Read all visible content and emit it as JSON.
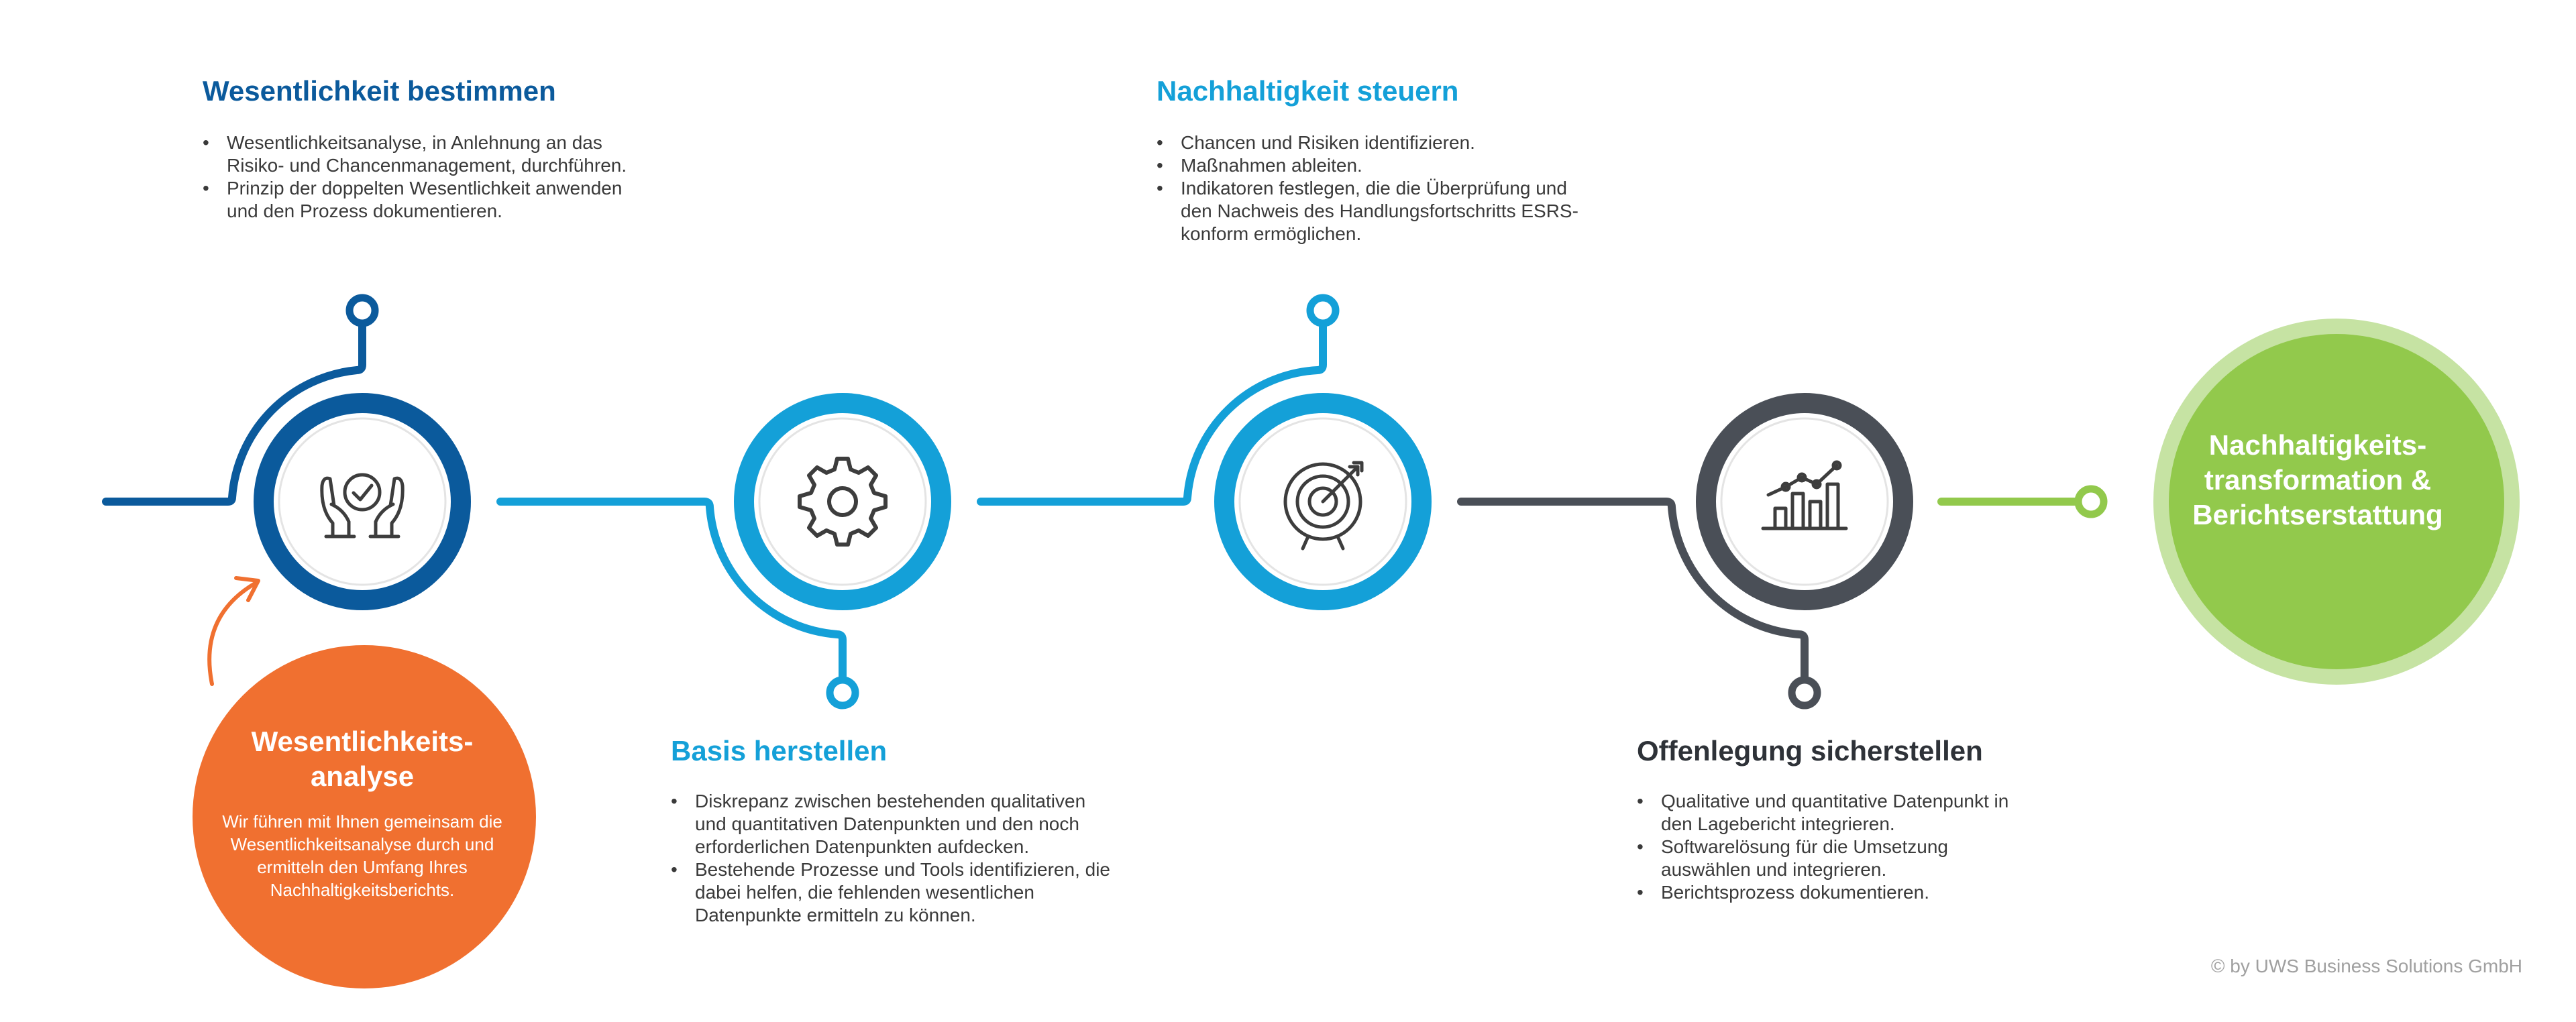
{
  "colors": {
    "dark_blue": "#0b5a9c",
    "light_blue": "#14a0d8",
    "slate": "#4a4f57",
    "green": "#92c94c",
    "light_green": "#c6e3a3",
    "orange": "#f07030",
    "icon_gray": "#3d3d3d"
  },
  "steps": [
    {
      "title": "Wesentlichkeit bestimmen",
      "icon": "hands-check-icon",
      "bullets": [
        "Wesentlichkeitsanalyse, in Anlehnung an das Risiko- und Chancenmanagement, durchführen.",
        "Prinzip der doppelten Wesentlichkeit anwenden und den Prozess dokumentieren."
      ]
    },
    {
      "title": "Basis herstellen",
      "icon": "gear-icon",
      "bullets": [
        "Diskrepanz zwischen bestehenden qualitativen und quantitativen Datenpunkten und den noch erforderlichen Datenpunkten aufdecken.",
        "Bestehende Prozesse und Tools identifizieren, die dabei helfen, die fehlenden wesentlichen Datenpunkte ermitteln zu können."
      ]
    },
    {
      "title": "Nachhaltigkeit steuern",
      "icon": "target-icon",
      "bullets": [
        "Chancen und Risiken identifizieren.",
        "Maßnahmen ableiten.",
        "Indikatoren festlegen, die die Überprüfung und den Nachweis des Handlungsfortschritts ESRS-konform ermöglichen."
      ]
    },
    {
      "title": "Offenlegung sicherstellen",
      "icon": "bar-chart-icon",
      "bullets": [
        "Qualitative und quantitative Datenpunkt in den Lagebericht integrieren.",
        "Softwarelösung für die Umsetzung auswählen und integrieren.",
        "Berichtsprozess dokumentieren."
      ]
    }
  ],
  "analysis": {
    "title": "Wesentlichkeits-analyse",
    "text": "Wir führen mit Ihnen gemeinsam die Wesentlichkeitsanalyse durch und ermitteln den Umfang Ihres Nachhaltigkeitsberichts."
  },
  "goal": {
    "title": "Nachhaltigkeits-transformation & Berichtserstattung"
  },
  "copyright": "© by UWS Business Solutions GmbH"
}
